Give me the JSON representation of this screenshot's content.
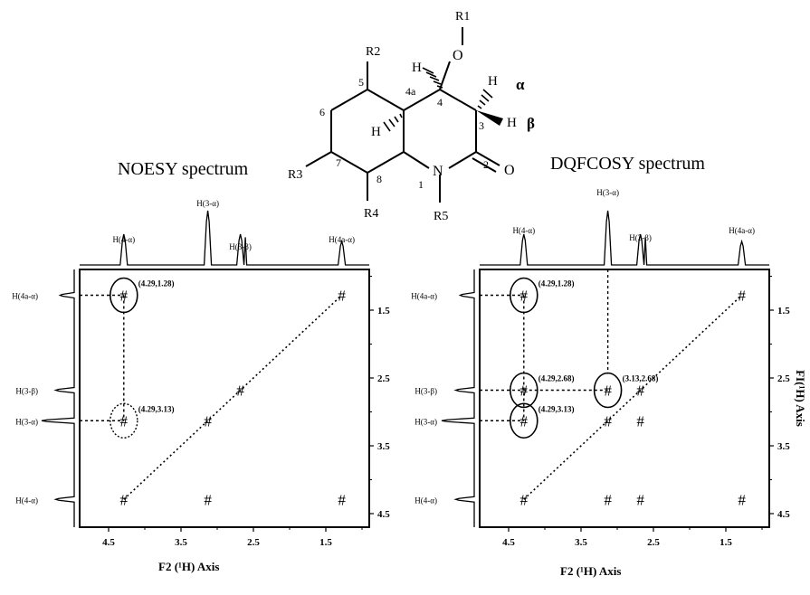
{
  "molecule": {
    "atoms": {
      "R1": "R1",
      "R2": "R2",
      "R3": "R3",
      "R4": "R4",
      "R5": "R5",
      "O_ether": "O",
      "O_carbonyl": "O",
      "N": "N",
      "H4": "H",
      "H3a": "H",
      "H3b": "H",
      "H4a": "H",
      "alpha": "α",
      "beta": "β",
      "n1": "1",
      "n2": "2",
      "n3": "3",
      "n4": "4",
      "n4a": "4a",
      "n5": "5",
      "n6": "6",
      "n7": "7",
      "n8": "8"
    }
  },
  "chart_data": [
    {
      "type": "scatter",
      "title": "NOESY spectrum",
      "xlabel": "F2 (¹H) Axis",
      "ylabel": "",
      "xlim": [
        4.9,
        0.9
      ],
      "ylim": [
        0.9,
        4.7
      ],
      "xticks": [
        "4.5",
        "3.5",
        "2.5",
        "1.5"
      ],
      "yticks": [
        "1.5",
        "2.5",
        "3.5",
        "4.5"
      ],
      "proton_labels": [
        "H(4-α)",
        "H(3-α)",
        "H(3-β)",
        "H(4a-α)"
      ],
      "points": [
        {
          "x": 4.29,
          "y": 1.28,
          "label": "(4.29,1.28)"
        },
        {
          "x": 4.29,
          "y": 3.13,
          "label": "(4.29,3.13)"
        },
        {
          "x": 4.29,
          "y": 4.29,
          "label": ""
        },
        {
          "x": 3.13,
          "y": 3.13,
          "label": ""
        },
        {
          "x": 3.13,
          "y": 4.29,
          "label": ""
        },
        {
          "x": 2.68,
          "y": 2.68,
          "label": ""
        },
        {
          "x": 1.28,
          "y": 1.28,
          "label": ""
        },
        {
          "x": 1.28,
          "y": 4.29,
          "label": ""
        }
      ],
      "circles": [
        {
          "x": 4.29,
          "y": 1.28,
          "style": "solid"
        },
        {
          "x": 4.29,
          "y": 3.13,
          "style": "dotted"
        }
      ]
    },
    {
      "type": "scatter",
      "title": "DQFCOSY spectrum",
      "xlabel": "F2 (¹H) Axis",
      "ylabel": "FI(¹H) Axis",
      "xlim": [
        4.9,
        0.9
      ],
      "ylim": [
        0.9,
        4.7
      ],
      "xticks": [
        "4.5",
        "3.5",
        "2.5",
        "1.5"
      ],
      "yticks": [
        "1.5",
        "2.5",
        "3.5",
        "4.5"
      ],
      "proton_labels": [
        "H(4-α)",
        "H(3-α)",
        "H(3-β)",
        "H(4a-α)"
      ],
      "points": [
        {
          "x": 4.29,
          "y": 1.28,
          "label": "(4.29,1.28)"
        },
        {
          "x": 4.29,
          "y": 2.68,
          "label": "(4.29,2.68)"
        },
        {
          "x": 4.29,
          "y": 3.13,
          "label": "(4.29,3.13)"
        },
        {
          "x": 4.29,
          "y": 4.29,
          "label": ""
        },
        {
          "x": 3.13,
          "y": 2.68,
          "label": "(3.13,2.68)"
        },
        {
          "x": 3.13,
          "y": 3.13,
          "label": ""
        },
        {
          "x": 3.13,
          "y": 4.29,
          "label": ""
        },
        {
          "x": 2.68,
          "y": 2.68,
          "label": ""
        },
        {
          "x": 2.68,
          "y": 3.13,
          "label": ""
        },
        {
          "x": 2.68,
          "y": 4.29,
          "label": ""
        },
        {
          "x": 1.28,
          "y": 1.28,
          "label": ""
        },
        {
          "x": 1.28,
          "y": 4.29,
          "label": ""
        }
      ],
      "circles": [
        {
          "x": 4.29,
          "y": 1.28,
          "style": "solid"
        },
        {
          "x": 4.29,
          "y": 2.68,
          "style": "solid"
        },
        {
          "x": 4.29,
          "y": 3.13,
          "style": "solid"
        },
        {
          "x": 3.13,
          "y": 2.68,
          "style": "solid"
        }
      ]
    }
  ]
}
